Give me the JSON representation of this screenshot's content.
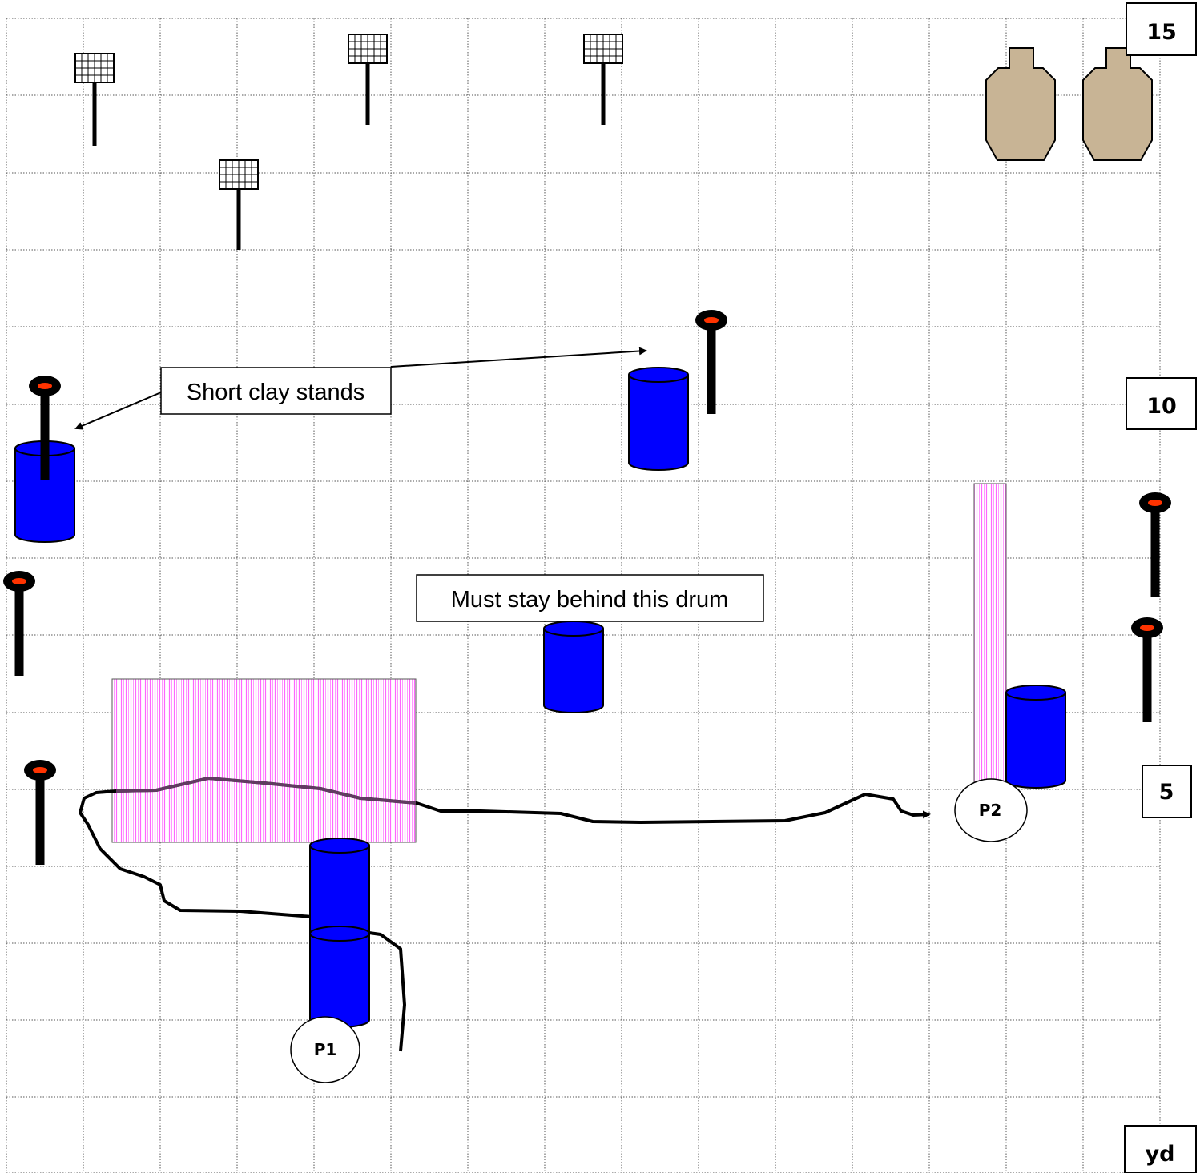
{
  "callouts": {
    "short_clay_stands": "Short clay stands",
    "stay_behind_drum": "Must stay behind this drum"
  },
  "yard_markers": {
    "m15": "15",
    "m10": "10",
    "m5": "5",
    "unit": "yd"
  },
  "positions": {
    "p1": "P1",
    "p2": "P2"
  },
  "colors": {
    "grid": "#555555",
    "drum": "#0000ff",
    "fault_line": "#ff66ff",
    "target_tan": "#c8b495",
    "popper_dot": "#ff3300",
    "path": "#000000"
  },
  "icons": {
    "paper_target": "steel-plate-target-icon",
    "silhouette": "cardboard-silhouette-icon",
    "popper": "clay-popper-stand-icon",
    "barrel": "barrel-icon"
  }
}
